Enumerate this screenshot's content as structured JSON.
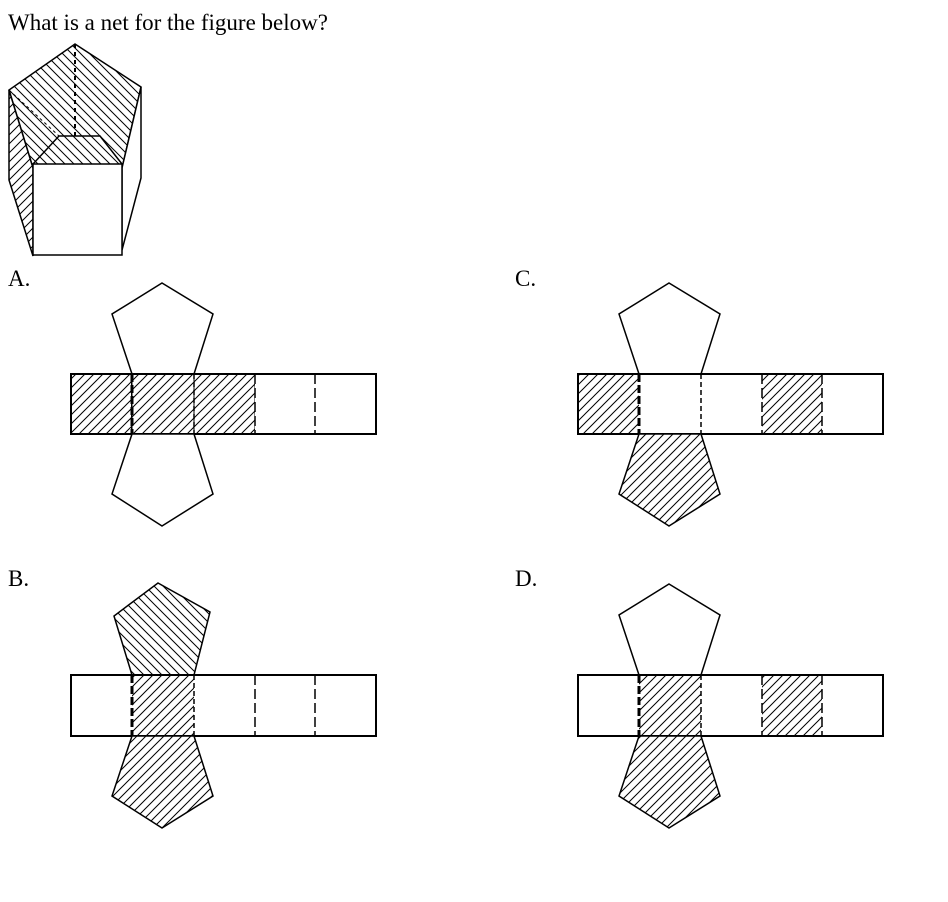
{
  "question": "What is a net for the figure below?",
  "figure_icon": "pentagonal-prism",
  "options": [
    {
      "letter": "A.",
      "hatched_faces": [
        "rect-1",
        "rect-2",
        "rect-3"
      ]
    },
    {
      "letter": "B.",
      "hatched_faces": [
        "rect-2",
        "pentagon-top",
        "pentagon-bottom"
      ]
    },
    {
      "letter": "C.",
      "hatched_faces": [
        "rect-1",
        "rect-4",
        "pentagon-bottom"
      ]
    },
    {
      "letter": "D.",
      "hatched_faces": [
        "rect-2",
        "rect-4",
        "pentagon-bottom"
      ]
    }
  ]
}
